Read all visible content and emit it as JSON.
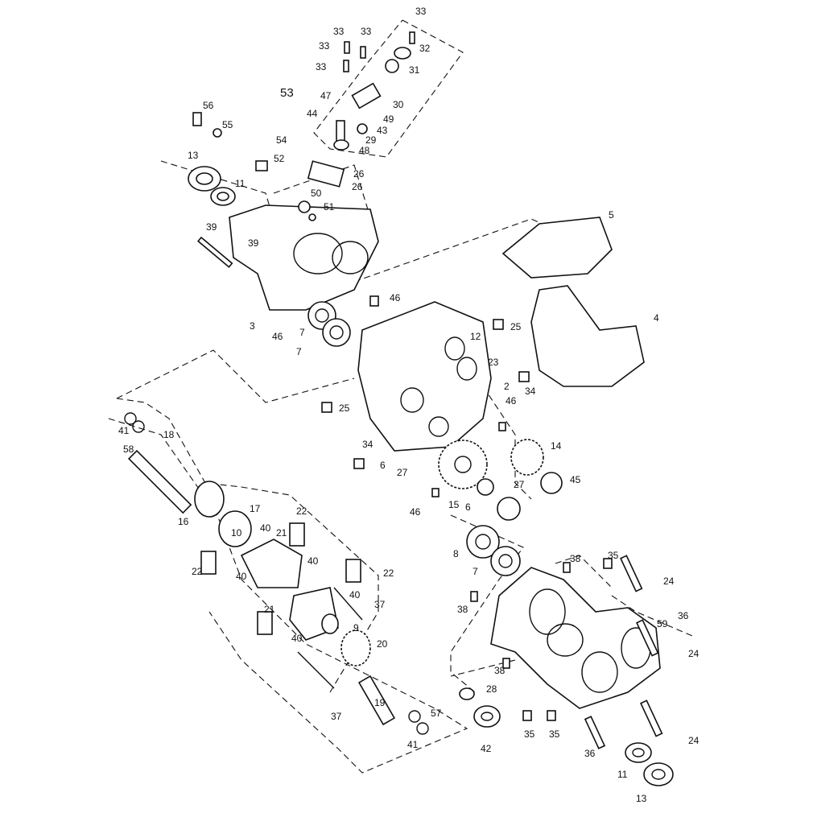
{
  "diagram": {
    "type": "exploded-parts-view",
    "callouts": [
      "33",
      "33",
      "33",
      "33",
      "33",
      "32",
      "31",
      "53",
      "30",
      "47",
      "44",
      "49",
      "43",
      "29",
      "48",
      "56",
      "55",
      "54",
      "52",
      "13",
      "11",
      "26",
      "26",
      "50",
      "51",
      "39",
      "39",
      "5",
      "46",
      "4",
      "3",
      "46",
      "7",
      "12",
      "25",
      "7",
      "23",
      "2",
      "34",
      "25",
      "46",
      "41",
      "58",
      "18",
      "34",
      "6",
      "27",
      "14",
      "27",
      "45",
      "15",
      "6",
      "46",
      "16",
      "17",
      "22",
      "10",
      "21",
      "40",
      "40",
      "8",
      "7",
      "38",
      "35",
      "24",
      "22",
      "40",
      "22",
      "40",
      "37",
      "21",
      "38",
      "36",
      "59",
      "9",
      "40",
      "20",
      "24",
      "38",
      "28",
      "19",
      "57",
      "37",
      "35",
      "35",
      "42",
      "41",
      "24",
      "36",
      "11",
      "13"
    ]
  }
}
